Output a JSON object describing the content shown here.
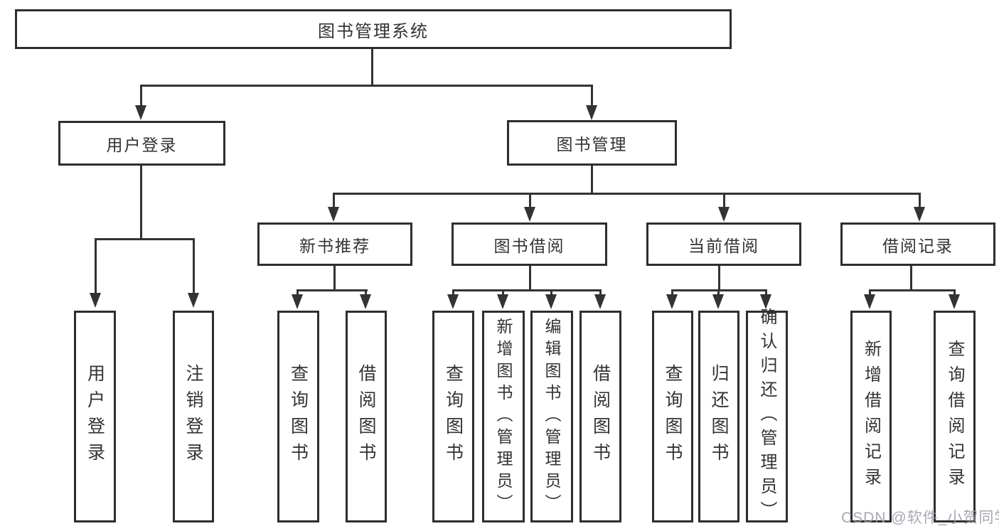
{
  "diagram": {
    "title": "图书管理系统",
    "nodes": {
      "root": "图书管理系统",
      "user_login": "用户登录",
      "book_mgmt": "图书管理",
      "new_book_rec": "新书推荐",
      "book_borrow": "图书借阅",
      "current_borrow": "当前借阅",
      "borrow_records": "借阅记录",
      "leaf_user_login": "用户登录",
      "leaf_logout": "注销登录",
      "leaf_query_book_rec": "查询图书",
      "leaf_borrow_book_rec": "借阅图书",
      "leaf_query_book_borrow": "查询图书",
      "leaf_add_book_admin": "新增图书（管理员）",
      "leaf_edit_book_admin": "编辑图书（管理员）",
      "leaf_borrow_book_borrow": "借阅图书",
      "leaf_query_book_current": "查询图书",
      "leaf_return_book": "归还图书",
      "leaf_confirm_return_admin": "确认归还（管理员）",
      "leaf_add_borrow_record": "新增借阅记录",
      "leaf_query_borrow_record": "查询借阅记录"
    },
    "colors": {
      "line": "#333333",
      "box_border": "#2e2e2e",
      "background": "#ffffff",
      "watermark": "#9e99a8"
    }
  },
  "watermark": "CSDN @软件_小贺同学"
}
